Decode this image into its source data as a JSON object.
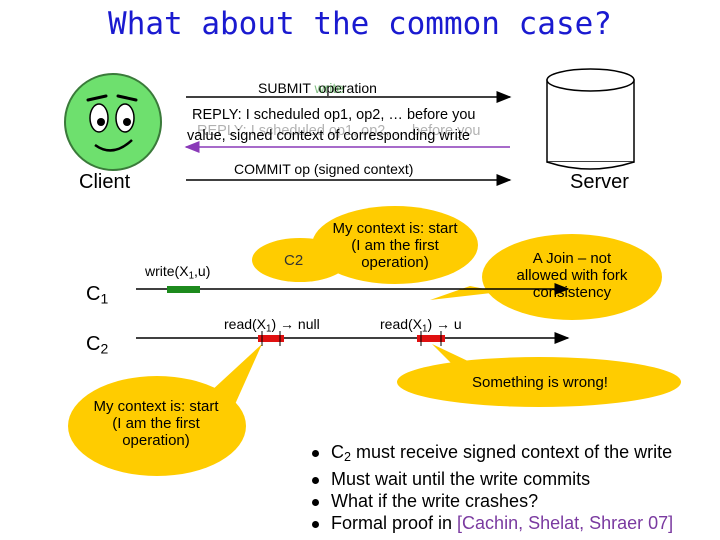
{
  "title": "What about the common case?",
  "messages": {
    "submit_prefix": "SUBMIT",
    "submit_ghost": "write",
    "submit_suffix": "operation",
    "reply_line1": "REPLY: I scheduled op1, op2, … before you",
    "reply_ghost": "REPLY: I scheduled op1, op2, … before you",
    "reply_line2": "value, signed context of corresponding write",
    "commit": "COMMIT op (signed context)"
  },
  "actors": {
    "client": "Client",
    "server": "Server"
  },
  "clients": {
    "c1": {
      "base": "C",
      "sub": "1"
    },
    "c2": {
      "base": "C",
      "sub": "2"
    }
  },
  "operations": {
    "write": {
      "pre": "write(X",
      "sub": "1",
      "post": ",u)"
    },
    "read_null": {
      "pre": "read(X",
      "sub": "1",
      "post": ") → null"
    },
    "read_u": {
      "pre": "read(X",
      "sub": "1",
      "post": ") → u"
    }
  },
  "callouts": {
    "top_context": [
      "My context is: start",
      "(I am the first",
      "operation)"
    ],
    "hidden_c2": "C2",
    "join": [
      "A Join – not",
      "allowed  with fork",
      "consistency"
    ],
    "wrong": "Something is wrong!",
    "bottom_context": [
      "My context is: start",
      "(I am the first",
      "operation)"
    ]
  },
  "bullets": [
    {
      "parts": [
        {
          "t": "C"
        },
        {
          "sub": "2"
        },
        {
          "t": " must receive signed context of the write"
        }
      ]
    },
    {
      "parts": [
        {
          "t": "Must wait until the write commits"
        }
      ]
    },
    {
      "parts": [
        {
          "t": "What if the write crashes?"
        }
      ]
    },
    {
      "parts": [
        {
          "t": "Formal proof in "
        },
        {
          "ref": "[Cachin, Shelat, Shraer 07]"
        }
      ]
    }
  ],
  "colors": {
    "title": "#1a1ad0",
    "face": "#6ee06e",
    "callout_fill": "#ffcc00",
    "write_mark": "#1d8a1d",
    "read_mark": "#e01010",
    "reply_arrow": "#8a3ab8",
    "ref": "#7a3aa0"
  }
}
